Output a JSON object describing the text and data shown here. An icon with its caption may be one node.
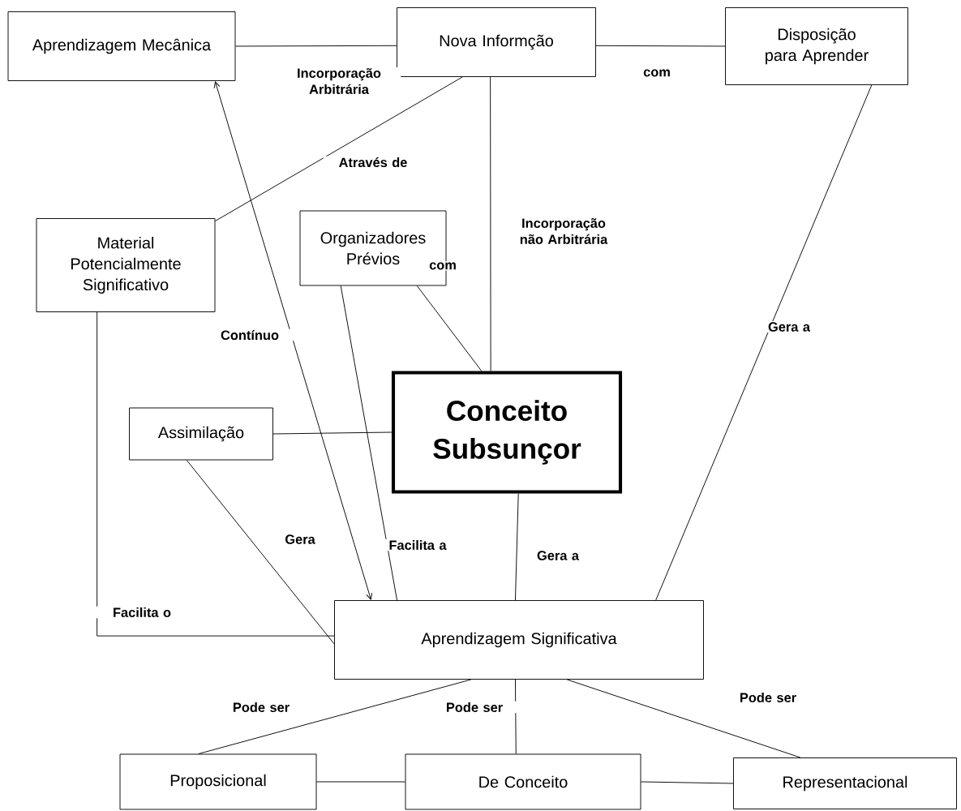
{
  "diagram": {
    "nodes": [
      {
        "text": [
          "Aprendizagem Mecânica"
        ]
      },
      {
        "text": [
          "Nova Informção"
        ]
      },
      {
        "text": [
          "Disposição para Aprender"
        ]
      },
      {
        "text": [
          "Material Potencialmente Significativo"
        ]
      },
      {
        "text": [
          "Organizadores Prévios"
        ]
      },
      {
        "text": [
          "Conceito Subsunçor"
        ]
      },
      {
        "text": [
          "Assimilação"
        ]
      },
      {
        "text": [
          "Aprendizagem Significativa"
        ]
      },
      {
        "text": [
          "Proposicional"
        ]
      },
      {
        "text": [
          "De Conceito"
        ]
      },
      {
        "text": [
          "Representacional"
        ]
      }
    ],
    "edges": [
      {
        "from": 0,
        "to": 1,
        "arrow": "none",
        "label": "Incorporação Arbitrária"
      },
      {
        "from": 1,
        "to": 2,
        "arrow": "none",
        "label": "com"
      },
      {
        "from": 3,
        "to": 1,
        "arrow": "none",
        "label": "Através de"
      },
      {
        "from": 1,
        "to": 5,
        "arrow": "none",
        "label": "Incorporação não Arbitrária"
      },
      {
        "from": 4,
        "to": 5,
        "arrow": "none",
        "label": "com"
      },
      {
        "from": 0,
        "to": 7,
        "arrow": "both",
        "label": "Contínuo"
      },
      {
        "from": 4,
        "to": 7,
        "arrow": "none",
        "label": "Facilita a"
      },
      {
        "from": 6,
        "to": 5,
        "arrow": "none"
      },
      {
        "from": 6,
        "to": 7,
        "arrow": "none",
        "label": "Gera"
      },
      {
        "from": 3,
        "to": 7,
        "arrow": "none",
        "label": "Facilita o"
      },
      {
        "from": 5,
        "to": 7,
        "arrow": "none",
        "label": "Gera a"
      },
      {
        "from": 2,
        "to": 7,
        "arrow": "none",
        "label": "Gera a"
      },
      {
        "from": 7,
        "to": 8,
        "arrow": "none",
        "label": "Pode ser"
      },
      {
        "from": 7,
        "to": 9,
        "arrow": "none",
        "label": "Pode ser"
      },
      {
        "from": 7,
        "to": 10,
        "arrow": "none",
        "label": "Pode ser"
      },
      {
        "from": 8,
        "to": 9,
        "arrow": "none"
      },
      {
        "from": 9,
        "to": 10,
        "arrow": "none"
      }
    ]
  }
}
